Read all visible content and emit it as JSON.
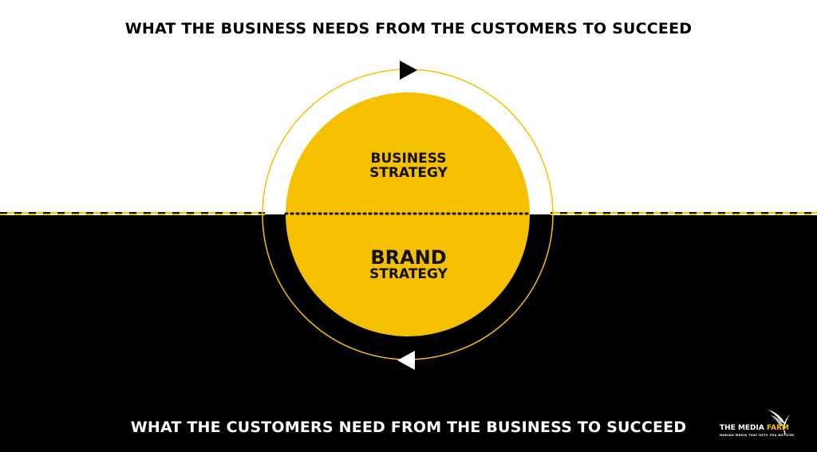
{
  "headings": {
    "top": "WHAT THE BUSINESS NEEDS FROM THE CUSTOMERS TO SUCCEED",
    "bottom": "WHAT THE CUSTOMERS NEED FROM THE BUSINESS TO SUCCEED"
  },
  "circle": {
    "upper_label_line1": "BUSINESS",
    "upper_label_line2": "STRATEGY",
    "lower_label_line1": "BRAND",
    "lower_label_line2": "STRATEGY"
  },
  "logo": {
    "name_part1": "THE MEDIA ",
    "name_part2": "FARM",
    "tagline": "MAKING MEDIA THAT GETS YOU NOTICED"
  },
  "colors": {
    "accent": "#f5c000",
    "dark": "#000000",
    "light": "#ffffff"
  },
  "icons": {
    "top_arrow": "arrow-right-icon",
    "bottom_arrow": "arrow-left-icon",
    "logo": "leaf-icon"
  }
}
